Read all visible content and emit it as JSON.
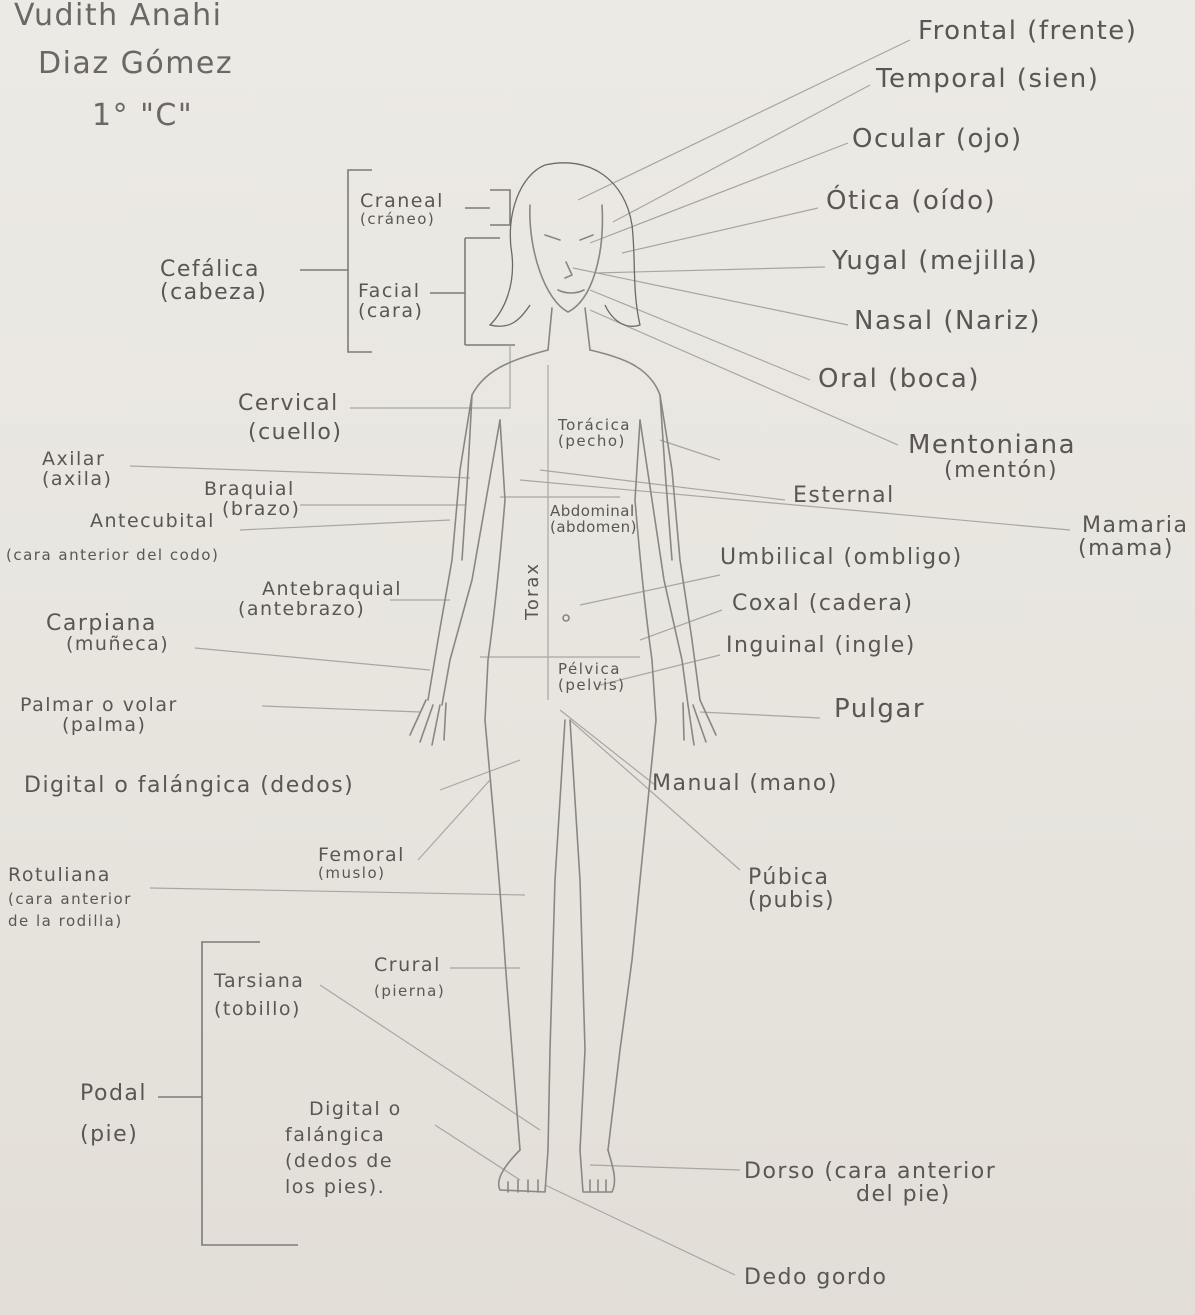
{
  "author": {
    "name_line1": "Vudith Anahi",
    "name_line2": "Diaz Gómez",
    "group": "1° \"C\""
  },
  "labels_right": {
    "frontal": "Frontal (frente)",
    "temporal": "Temporal (sien)",
    "ocular": "Ocular (ojo)",
    "otica": "Ótica (oído)",
    "yugal": "Yugal (mejilla)",
    "nasal": "Nasal (Nariz)",
    "oral": "Oral (boca)",
    "mentoniana": "Mentoniana",
    "mentoniana_sub": "(mentón)",
    "esternal": "Esternal",
    "mamaria": "Mamaria",
    "mamaria_sub": "(mama)",
    "umbilical": "Umbilical (ombligo)",
    "coxal": "Coxal (cadera)",
    "inguinal": "Inguinal (ingle)",
    "pulgar": "Pulgar",
    "manual": "Manual (mano)",
    "pubica": "Púbica",
    "pubica_sub": "(pubis)",
    "dorso": "Dorso (cara anterior",
    "dorso_sub": "del pie)",
    "dedo_gordo": "Dedo gordo"
  },
  "labels_left": {
    "cefalica": "Cefálica",
    "cefalica_sub": "(cabeza)",
    "craneal": "Craneal",
    "craneal_sub": "(cráneo)",
    "facial": "Facial",
    "facial_sub": "(cara)",
    "cervical": "Cervical",
    "cervical_sub": "(cuello)",
    "axilar": "Axilar",
    "axilar_sub": "(axila)",
    "braquial": "Braquial",
    "braquial_sub": "(brazo)",
    "antecubital": "Antecubital",
    "antecubital_sub": "(cara anterior del codo)",
    "antebraquial": "Antebraquial",
    "antebraquial_sub": "(antebrazo)",
    "carpiana": "Carpiana",
    "carpiana_sub": "(muñeca)",
    "palmar": "Palmar o volar",
    "palmar_sub": "(palma)",
    "digital": "Digital o falángica (dedos)",
    "femoral": "Femoral",
    "femoral_sub": "(muslo)",
    "rotuliana": "Rotuliana",
    "rotuliana_sub1": "(cara anterior",
    "rotuliana_sub2": "de la rodilla)",
    "tarsiana": "Tarsiana",
    "tarsiana_sub": "(tobillo)",
    "crural": "Crural",
    "crural_sub": "(pierna)",
    "podal": "Podal",
    "podal_sub": "(pie)",
    "digital_pie1": "Digital o",
    "digital_pie2": "falángica",
    "digital_pie3": "(dedos de",
    "digital_pie4": "los pies)."
  },
  "labels_body": {
    "toracica": "Torácica",
    "toracica_sub": "(pecho)",
    "abdominal": "Abdominal",
    "abdominal_sub": "(abdomen)",
    "pelvica": "Pélvica",
    "pelvica_sub": "(pelvis)",
    "torax": "Torax"
  },
  "colors": {
    "paper": "#ebe8e2",
    "ink": "#5a5653",
    "pencil": "#a9a6a2"
  }
}
